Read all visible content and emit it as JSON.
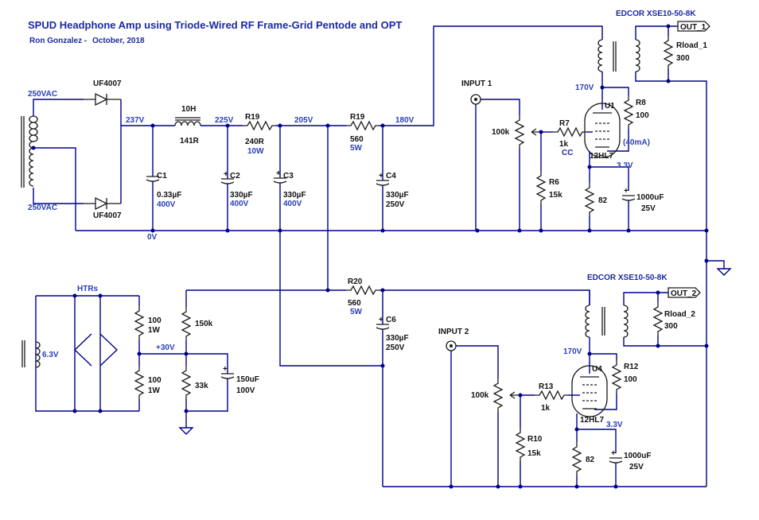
{
  "title": "SPUD Headphone Amp using Triode-Wired RF Frame-Grid Pentode and OPT",
  "author": "Ron Gonzalez -",
  "date": "October, 2018",
  "supply": {
    "ac_top": "250VAC",
    "ac_bottom": "250VAC",
    "diode_top": "UF4007",
    "diode_bottom": "UF4007",
    "v_rect": "237V",
    "choke_name": "10H",
    "choke_r": "141R",
    "v_choke": "225V",
    "r_filter_name": "R19",
    "r_filter_val": "240R",
    "r_filter_pwr": "10W",
    "v_205": "205V",
    "r19_name": "R19",
    "r19_val": "560",
    "r19_pwr": "5W",
    "v_180": "180V",
    "ground": "0V",
    "c1_name": "C1",
    "c1_val": "0.33µF",
    "c1_v": "400V",
    "c2_name": "C2",
    "c2_val": "330µF",
    "c2_v": "400V",
    "c3_name": "C3",
    "c3_val": "330µF",
    "c3_v": "400V",
    "c4_name": "C4",
    "c4_val": "330µF",
    "c4_v": "250V",
    "r20_name": "R20",
    "r20_val": "560",
    "r20_pwr": "5W",
    "c6_name": "C6",
    "c6_val": "330µF",
    "c6_v": "250V"
  },
  "heater": {
    "label": "HTRs",
    "voltage": "6.3V",
    "r_top_val": "100",
    "r_top_pwr": "1W",
    "r_bot_val": "100",
    "r_bot_pwr": "1W",
    "r_bias_top": "150k",
    "v_bias": "+30V",
    "r_bias_bot": "33k",
    "c_bias_val": "150uF",
    "c_bias_v": "100V"
  },
  "ch1": {
    "opt": "EDCOR XSE10-50-8K",
    "out": "OUT_1",
    "load_name": "Rload_1",
    "load_val": "300",
    "input": "INPUT 1",
    "pot": "100k",
    "grid_r_name": "R7",
    "grid_r_val": "1k",
    "cc": "CC",
    "tube_name": "U1",
    "tube_type": "12HL7",
    "current": "(40mA)",
    "v_plate": "170V",
    "v_cathode": "3.3V",
    "r8_name": "R8",
    "r8_val": "100",
    "r6_name": "R6",
    "r6_val": "15k",
    "rk_val": "82",
    "ck_val": "1000uF",
    "ck_v": "25V"
  },
  "ch2": {
    "opt": "EDCOR XSE10-50-8K",
    "out": "OUT_2",
    "load_name": "Rload_2",
    "load_val": "300",
    "input": "INPUT 2",
    "pot": "100k",
    "grid_r_name": "R13",
    "grid_r_val": "1k",
    "tube_name": "U4",
    "tube_type": "12HL7",
    "v_plate": "170V",
    "v_cathode": "3.3V",
    "r12_name": "R12",
    "r12_val": "100",
    "r10_name": "R10",
    "r10_val": "15k",
    "rk_val": "82",
    "ck_val": "1000uF",
    "ck_v": "25V"
  }
}
